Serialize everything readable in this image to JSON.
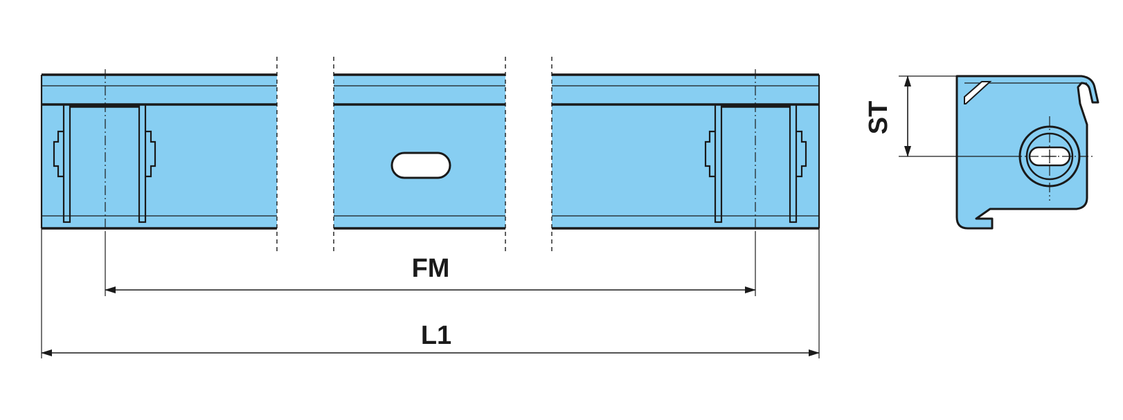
{
  "labels": {
    "fm": "FM",
    "l1": "L1",
    "st": "ST"
  },
  "colors": {
    "part_fill": "#87CEF2",
    "line": "#1a1a1a",
    "background": "#ffffff"
  }
}
